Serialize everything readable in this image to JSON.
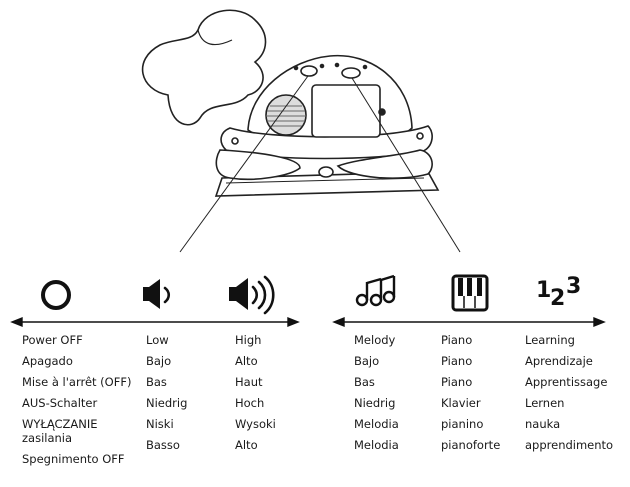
{
  "icons": {
    "power": "power-off-circle-icon",
    "low": "speaker-low-volume-icon",
    "high": "speaker-high-volume-icon",
    "melody": "music-notes-icon",
    "piano": "piano-keys-icon",
    "learning": "numbers-123-icon"
  },
  "learning_glyphs": [
    "1",
    "2",
    "3"
  ],
  "columns": {
    "power": [
      "Power OFF",
      "Apagado",
      "Mise à l'arrêt (OFF)",
      "AUS-Schalter",
      "WYŁĄCZANIE",
      "zasilania",
      "Spegnimento OFF"
    ],
    "low": [
      "Low",
      "Bajo",
      "Bas",
      "Niedrig",
      "Niski",
      "Basso"
    ],
    "high": [
      "High",
      "Alto",
      "Haut",
      "Hoch",
      "Wysoki",
      "Alto"
    ],
    "melody": [
      "Melody",
      "Bajo",
      "Bas",
      "Niedrig",
      "Melodia",
      "Melodia"
    ],
    "piano": [
      "Piano",
      "Piano",
      "Piano",
      "Klavier",
      "pianino",
      "pianoforte"
    ],
    "learning": [
      "Learning",
      "Aprendizaje",
      "Apprentissage",
      "Lernen",
      "nauka",
      "apprendimento"
    ]
  }
}
